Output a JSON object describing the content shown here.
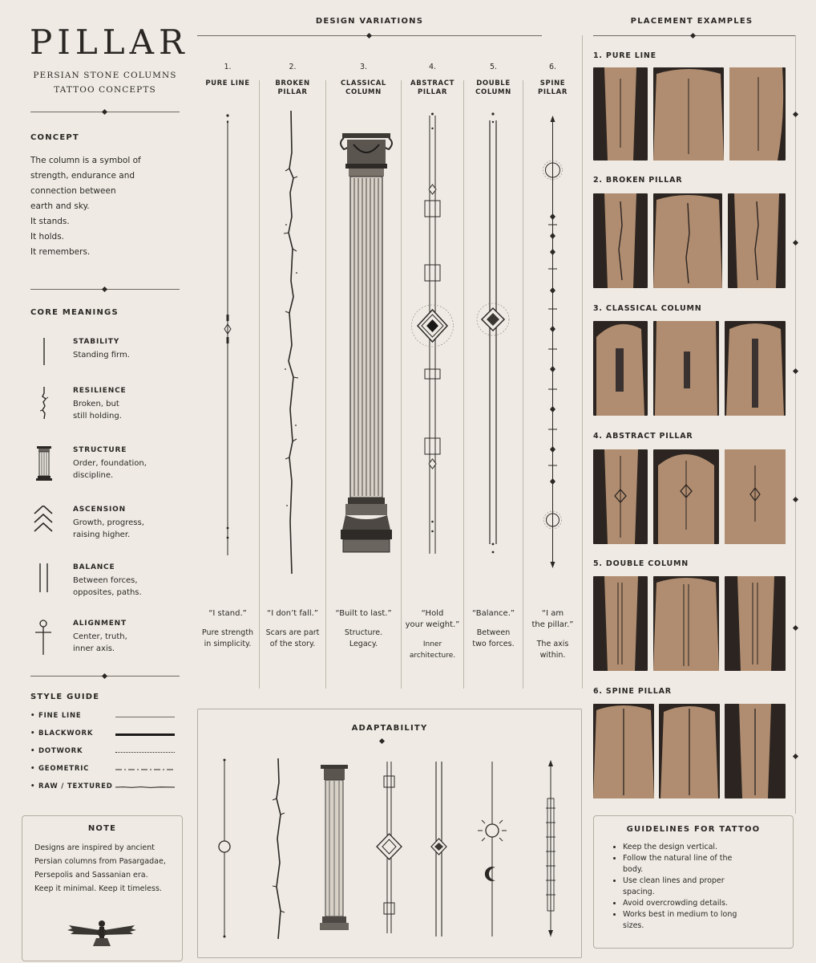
{
  "title": "PILLAR",
  "subtitle_line1": "PERSIAN STONE COLUMNS",
  "subtitle_line2": "TATTOO CONCEPTS",
  "concept": {
    "heading": "CONCEPT",
    "lines": [
      "The column is a symbol of",
      "strength, endurance and",
      "connection between",
      "earth and sky.",
      "It stands.",
      "It holds.",
      "It remembers."
    ]
  },
  "core_meanings": {
    "heading": "CORE MEANINGS",
    "items": [
      {
        "title": "STABILITY",
        "desc": [
          "Standing firm."
        ],
        "icon": "single-line-icon"
      },
      {
        "title": "RESILIENCE",
        "desc": [
          "Broken,  but",
          "still holding."
        ],
        "icon": "broken-line-icon"
      },
      {
        "title": "STRUCTURE",
        "desc": [
          "Order, foundation,",
          "discipline."
        ],
        "icon": "column-icon"
      },
      {
        "title": "ASCENSION",
        "desc": [
          "Growth, progress,",
          "raising higher."
        ],
        "icon": "chevrons-up-icon"
      },
      {
        "title": "BALANCE",
        "desc": [
          "Between forces,",
          "opposites, paths."
        ],
        "icon": "double-line-icon"
      },
      {
        "title": "ALIGNMENT",
        "desc": [
          "Center, truth,",
          "inner axis."
        ],
        "icon": "ankh-axis-icon"
      }
    ]
  },
  "style_guide": {
    "heading": "STYLE GUIDE",
    "items": [
      "• FINE LINE",
      "• BLACKWORK",
      "• DOTWORK",
      "• GEOMETRIC",
      "• RAW / TEXTURED"
    ]
  },
  "note": {
    "heading": "NOTE",
    "lines": [
      "Designs are inspired by ancient",
      "Persian columns from Pasargadae,",
      "Persepolis and Sassanian era.",
      "Keep it minimal. Keep it timeless."
    ],
    "icon": "faravahar-icon"
  },
  "design_variations": {
    "heading": "DESIGN VARIATIONS",
    "items": [
      {
        "num": "1.",
        "title1": "PURE LINE",
        "title2": "",
        "quote1": "“I stand.”",
        "quote2": "",
        "sub1": "Pure strength",
        "sub2": "in simplicity."
      },
      {
        "num": "2.",
        "title1": "BROKEN",
        "title2": "PILLAR",
        "quote1": "“I don’t fall.”",
        "quote2": "",
        "sub1": "Scars are part",
        "sub2": "of the story."
      },
      {
        "num": "3.",
        "title1": "CLASSICAL",
        "title2": "COLUMN",
        "quote1": "“Built to last.”",
        "quote2": "",
        "sub1": "Structure.",
        "sub2": "Legacy."
      },
      {
        "num": "4.",
        "title1": "ABSTRACT",
        "title2": "PILLAR",
        "quote1": "“Hold",
        "quote2": "your weight.”",
        "sub1": "Inner architecture.",
        "sub2": ""
      },
      {
        "num": "5.",
        "title1": "DOUBLE",
        "title2": "COLUMN",
        "quote1": "“Balance.”",
        "quote2": "",
        "sub1": "Between",
        "sub2": "two forces."
      },
      {
        "num": "6.",
        "title1": "SPINE",
        "title2": "PILLAR",
        "quote1": "“I am",
        "quote2": "the pillar.”",
        "sub1": "The axis",
        "sub2": "within."
      }
    ]
  },
  "adaptability": {
    "heading": "ADAPTABILITY"
  },
  "placement": {
    "heading": "PLACEMENT EXAMPLES",
    "items": [
      "1. PURE LINE",
      "2. BROKEN PILLAR",
      "3. CLASSICAL COLUMN",
      "4. ABSTRACT PILLAR",
      "5. DOUBLE COLUMN",
      "6. SPINE PILLAR"
    ]
  },
  "guidelines": {
    "heading": "GUIDELINES FOR TATTOO",
    "items": [
      "Keep the design vertical.",
      "Follow the natural line of the body.",
      "Use clean lines and proper spacing.",
      "Avoid overcrowding details.",
      "Works best in medium to long sizes."
    ]
  },
  "colors": {
    "paper": "#efebe4",
    "ink": "#2a2724",
    "skin": "#b08d70",
    "shadow": "#2b2420"
  }
}
